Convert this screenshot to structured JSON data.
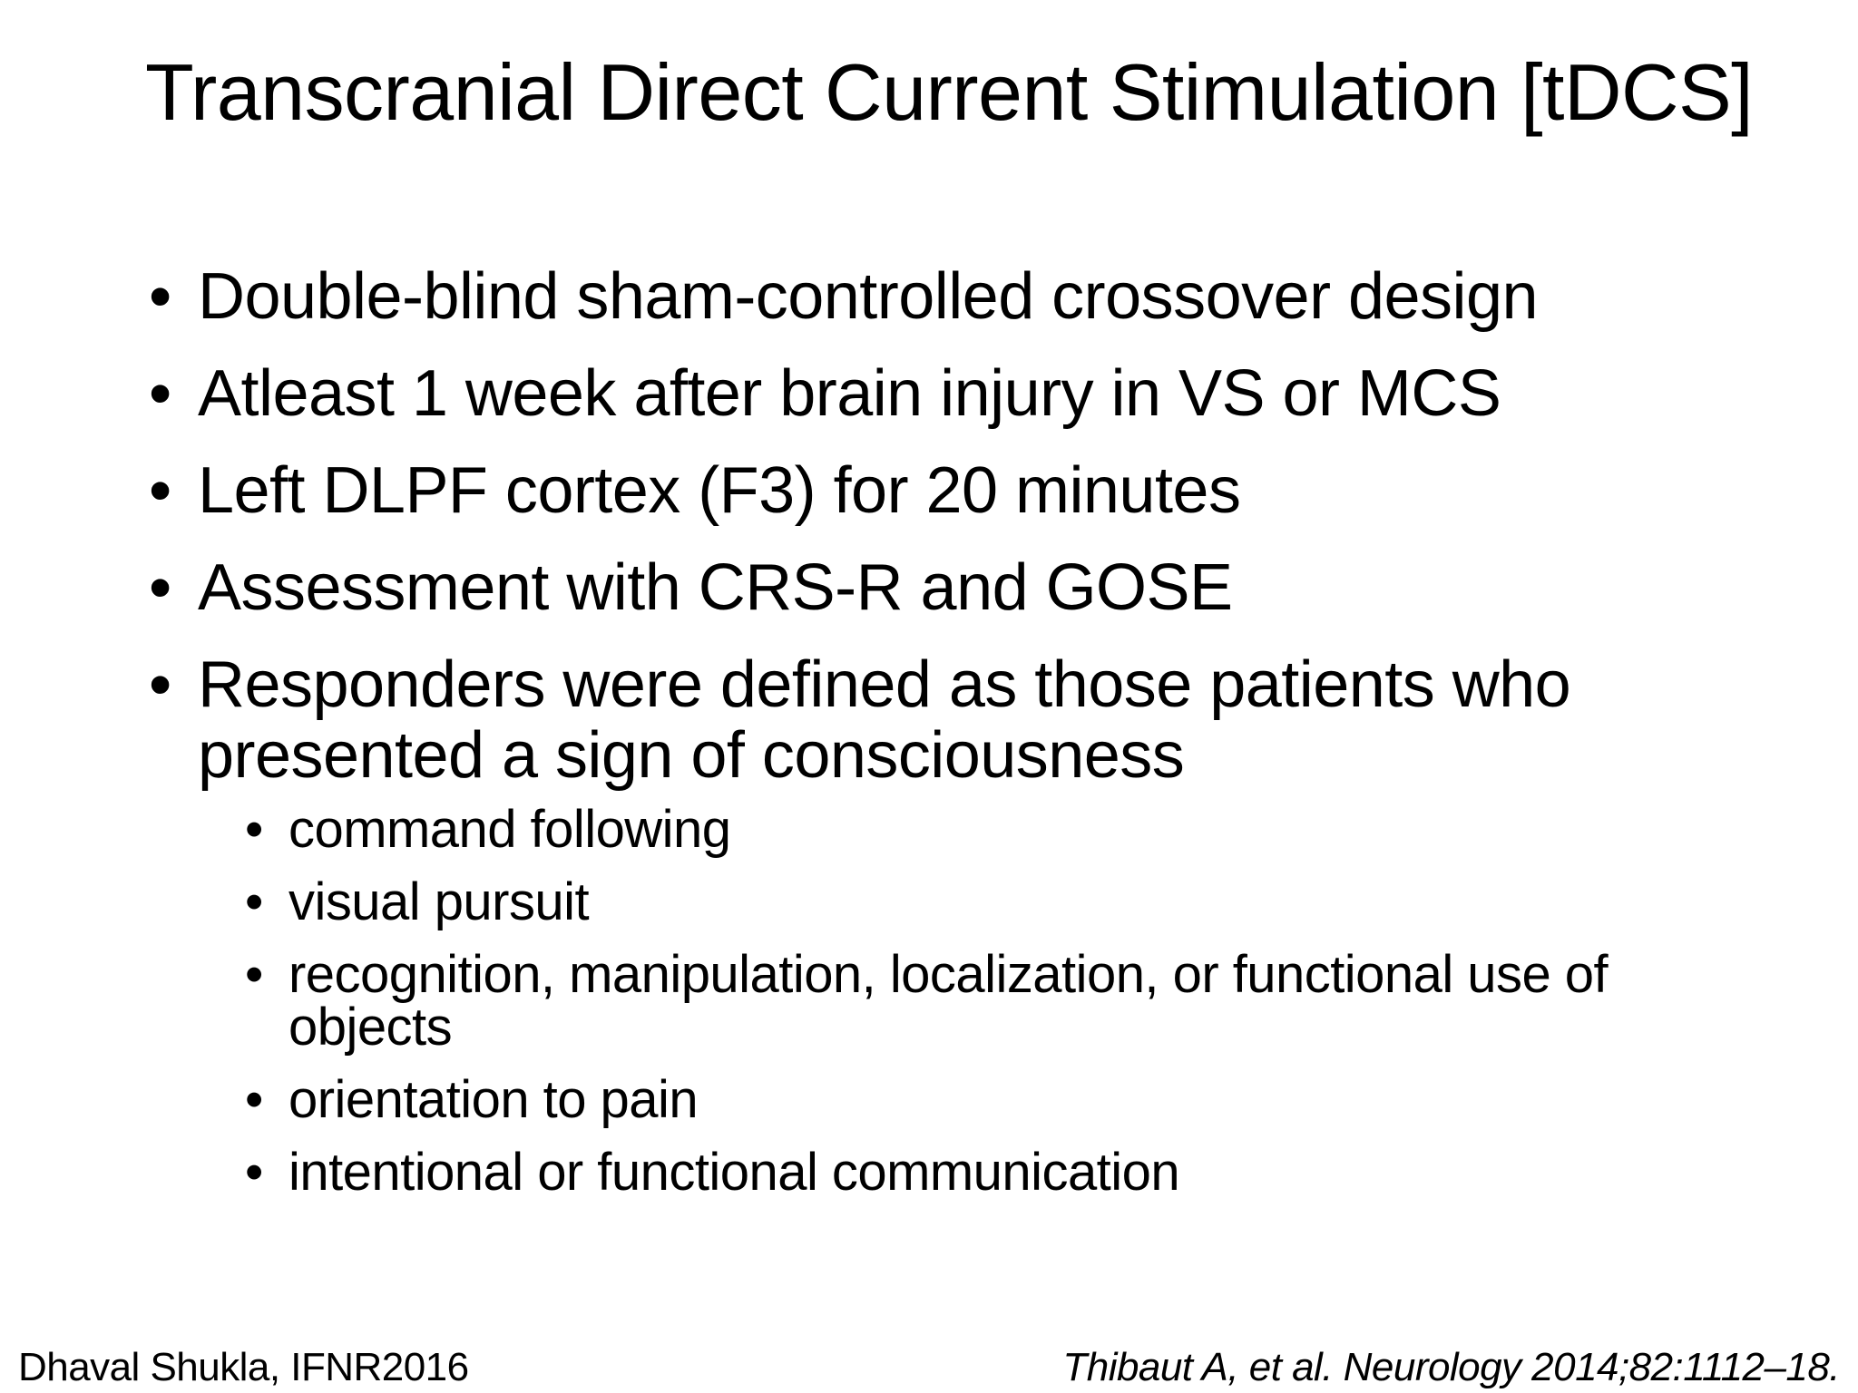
{
  "slide": {
    "title": "Transcranial Direct Current Stimulation [tDCS]",
    "bullet_char": "•",
    "bullets": [
      "Double-blind sham-controlled crossover design",
      "Atleast 1 week after brain injury in VS or MCS",
      "Left DLPF cortex (F3) for 20 minutes",
      "Assessment with CRS-R and GOSE",
      "Responders were defined as those patients who presented a sign of consciousness"
    ],
    "sub_bullets": [
      "command following",
      "visual pursuit",
      "recognition, manipulation, localization, or functional use of objects",
      "orientation to pain",
      "intentional or functional communication"
    ],
    "footer_left": "Dhaval Shukla, IFNR2016",
    "footer_right": "Thibaut A, et al. Neurology 2014;82:1112–18.",
    "colors": {
      "background": "#ffffff",
      "text": "#000000"
    }
  }
}
